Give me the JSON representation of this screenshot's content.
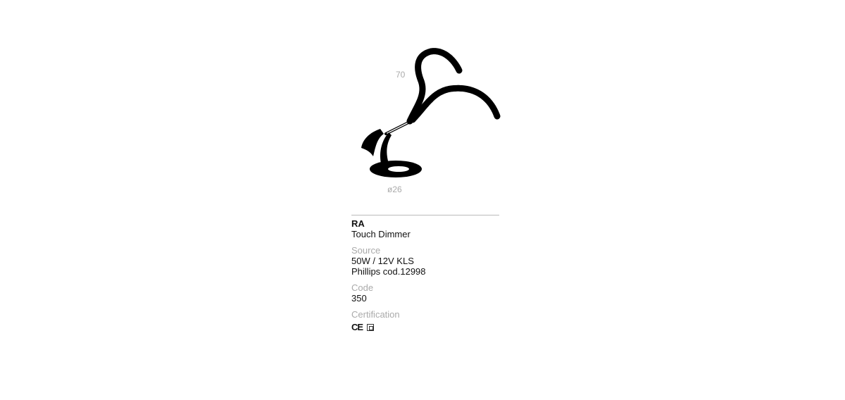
{
  "product": {
    "dimension_height": "70",
    "dimension_diameter": "ø26",
    "name": "RA",
    "subtitle": "Touch Dimmer",
    "source_label": "Source",
    "source_lines": [
      "50W / 12V KLS",
      "Phillips cod.12998"
    ],
    "code_label": "Code",
    "code": "350",
    "certification_label": "Certification",
    "certifications": [
      "CE",
      "class-ii-double-insulation-icon"
    ],
    "ce_text": "CE"
  }
}
